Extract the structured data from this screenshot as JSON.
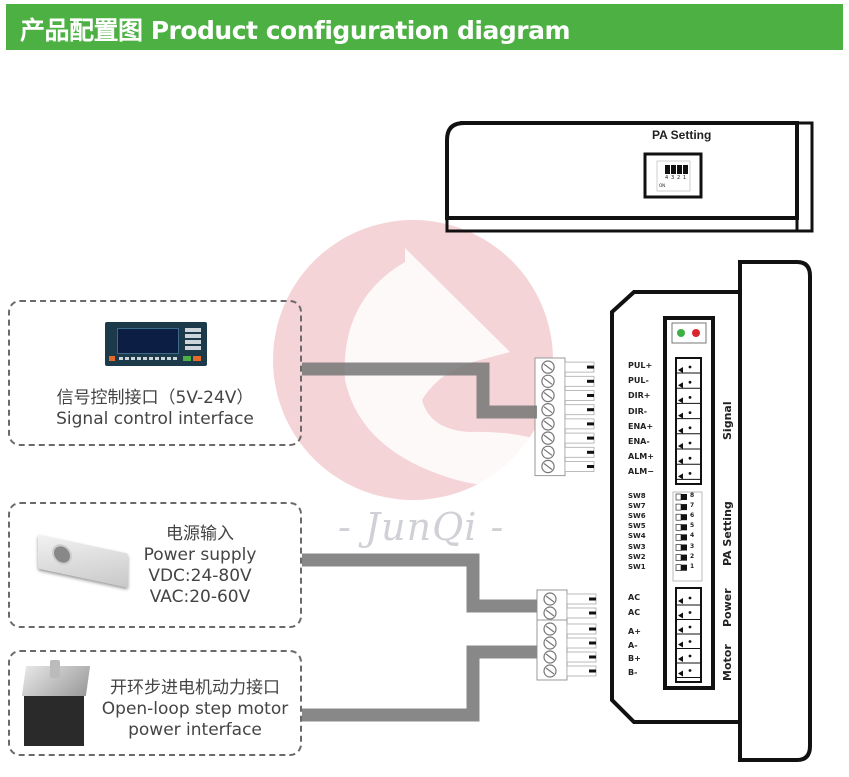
{
  "header": {
    "title": "产品配置图  Product configuration diagram",
    "bg_color": "#4cb043"
  },
  "top_module": {
    "title": "PA Setting",
    "dip_labels": [
      "4",
      "3",
      "2",
      "1"
    ],
    "on_label": "ON"
  },
  "signal_box": {
    "title_cn": "信号控制接口（5V-24V）",
    "title_en": "Signal control interface"
  },
  "power_box": {
    "title_cn": "电源输入",
    "title_en": "Power supply",
    "vdc": "VDC:24-80V",
    "vac": "VAC:20-60V"
  },
  "motor_box": {
    "title_cn": "开环步进电机动力接口",
    "title_en_1": "Open-loop step motor",
    "title_en_2": "power interface"
  },
  "watermark": {
    "text": "- JunQi -"
  },
  "driver": {
    "leds": [
      "#3cb043",
      "#d9262c"
    ],
    "signal_pins": [
      "PUL+",
      "PUL-",
      "DIR+",
      "DIR-",
      "ENA+",
      "ENA-",
      "ALM+",
      "ALM−"
    ],
    "signal_label": "Signal",
    "sw_pins": [
      "SW8",
      "SW7",
      "SW6",
      "SW5",
      "SW4",
      "SW3",
      "SW2",
      "SW1"
    ],
    "sw_numbers": [
      "8",
      "7",
      "6",
      "5",
      "4",
      "3",
      "2",
      "1"
    ],
    "pa_label": "PA Setting",
    "power_pins": [
      "AC",
      "AC"
    ],
    "power_label": "Power",
    "motor_pins": [
      "A+",
      "A-",
      "B+",
      "B-"
    ],
    "motor_label": "Motor"
  }
}
